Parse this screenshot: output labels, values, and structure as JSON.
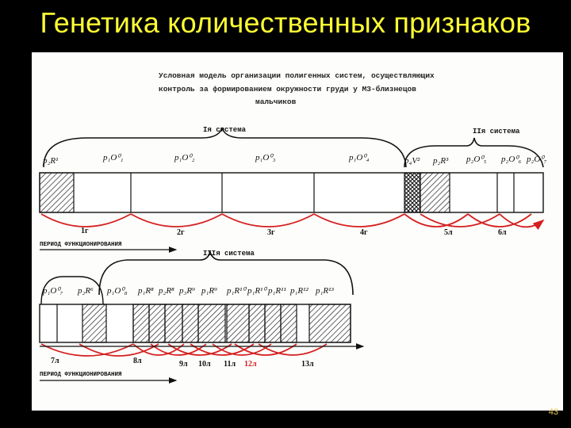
{
  "slide": {
    "title": "Генетика количественных признаков",
    "page_number": "43"
  },
  "figure": {
    "caption_lines": [
      "Условная модель организации полигенных систем, осуществляющих",
      "контроль за формированием окружности груди у МЗ-близнецов",
      "мальчиков"
    ],
    "system_1_label": "Iя система",
    "system_2_label": "IIя система",
    "system_3_label": "IIIя система",
    "top_genes": [
      "p₂R¹",
      "p₁O⁰₁",
      "p₁O⁰₂",
      "p₁O⁰₃",
      "p₁O⁰₄",
      "p₄V²",
      "p₂R³",
      "p₂O⁰₅",
      "p₂O⁰₆",
      "p₂O⁰₇"
    ],
    "top_period_labels": [
      "1г",
      "2г",
      "3г",
      "4г",
      "5л",
      "6л"
    ],
    "bottom_genes": [
      "p₁O⁰₇",
      "p₂R⁶",
      "p₁O⁰₈",
      "p₁R⁸",
      "p₂R⁸",
      "p₃R⁹",
      "p₁R⁹",
      "p₁R¹⁰",
      "p₁R¹⁰",
      "p₁R¹¹",
      "p₁R¹²",
      "p₁R¹³"
    ],
    "bottom_period_labels": [
      "7л",
      "8л",
      "9л",
      "10л",
      "11л",
      "12л",
      "13л"
    ],
    "axis_caption": "ПЕРИОД ФУНКЦИОНИРОВАНИЯ"
  },
  "colors": {
    "title": "#ffff33",
    "arc": "#d42020",
    "ink": "#111111",
    "hatch": "#222222"
  }
}
